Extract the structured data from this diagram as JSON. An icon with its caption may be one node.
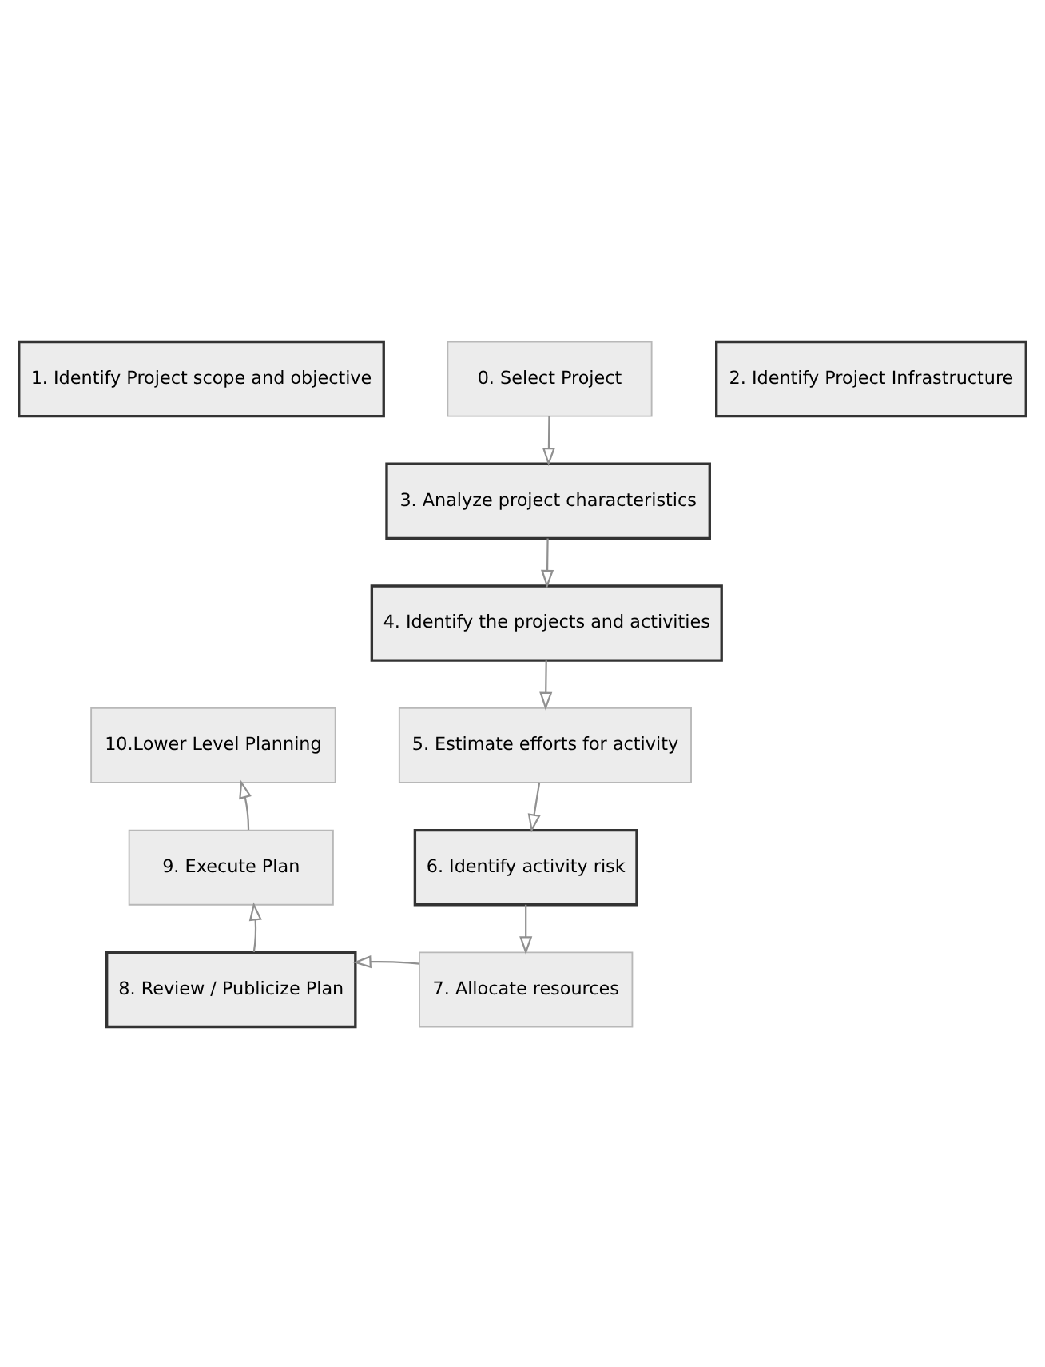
{
  "diagram": {
    "nodes": [
      {
        "text": [
          "0. Select Project"
        ]
      },
      {
        "text": [
          "1. Identify Project scope and objective"
        ]
      },
      {
        "text": [
          "2. Identify Project Infrastructure"
        ]
      },
      {
        "text": [
          "3. Analyze project characteristics"
        ]
      },
      {
        "text": [
          "4. Identify the projects and activities"
        ]
      },
      {
        "text": [
          "5. Estimate efforts for activity"
        ]
      },
      {
        "text": [
          "6. Identify activity risk"
        ]
      },
      {
        "text": [
          "7. Allocate resources"
        ]
      },
      {
        "text": [
          "8. Review / Publicize Plan"
        ]
      },
      {
        "text": [
          "9. Execute Plan"
        ]
      },
      {
        "text": [
          "10.Lower Level Planning"
        ]
      }
    ],
    "edges": [
      {
        "from": 0,
        "to": 3,
        "arrow": "to"
      },
      {
        "from": 3,
        "to": 4,
        "arrow": "to"
      },
      {
        "from": 4,
        "to": 5,
        "arrow": "to"
      },
      {
        "from": 5,
        "to": 6,
        "arrow": "to"
      },
      {
        "from": 6,
        "to": 7,
        "arrow": "to"
      },
      {
        "from": 7,
        "to": 8,
        "arrow": "to"
      },
      {
        "from": 8,
        "to": 9,
        "arrow": "to"
      },
      {
        "from": 9,
        "to": 10,
        "arrow": "to"
      }
    ]
  }
}
